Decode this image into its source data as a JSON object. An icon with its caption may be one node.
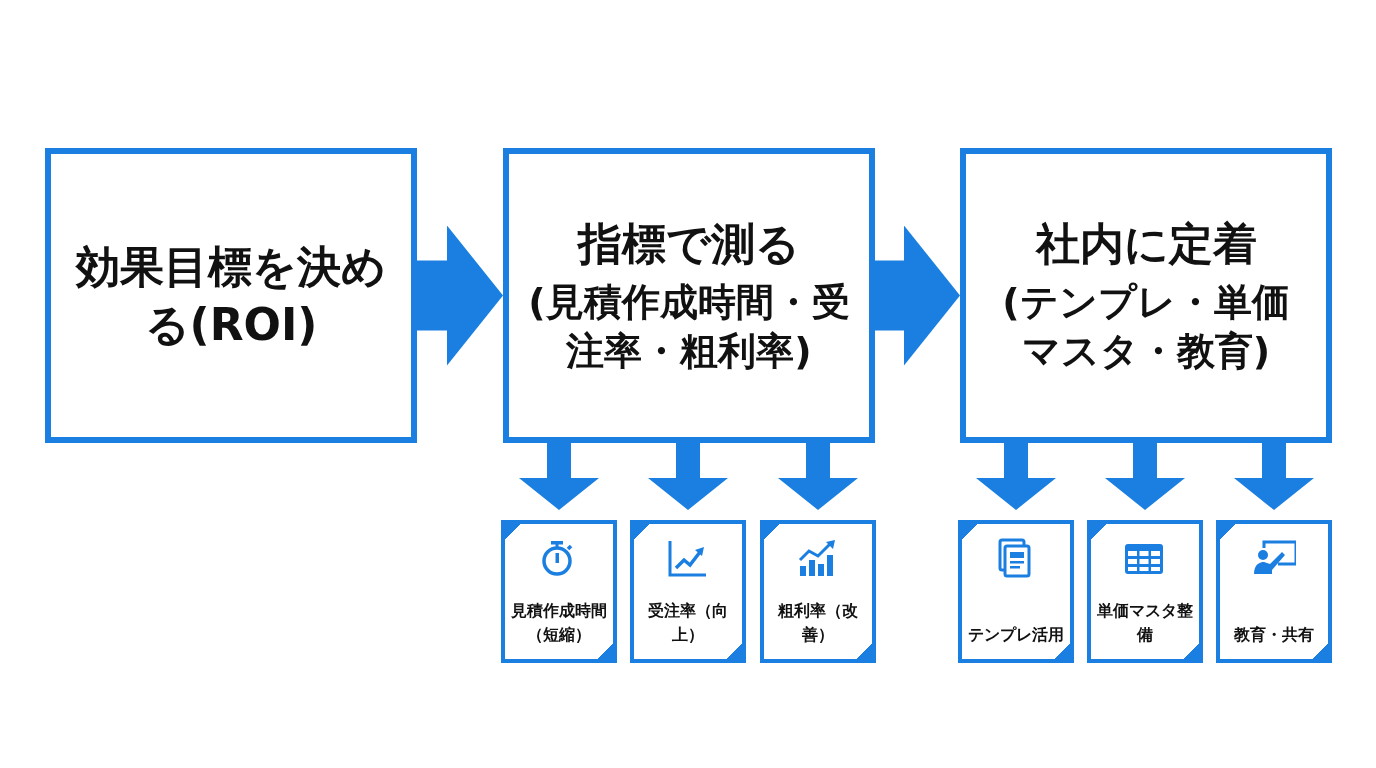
{
  "diagram": {
    "nodes": [
      {
        "text": [
          "効果目標を決める(ROI)"
        ]
      },
      {
        "text": [
          "指標で測る",
          "(見積作成時間・受注率・粗利率)"
        ]
      },
      {
        "text": [
          "社内に定着",
          "(テンプレ・単価マスタ・教育)"
        ]
      },
      {
        "text": [
          "見積作成時間（短縮）"
        ]
      },
      {
        "text": [
          "受注率（向上）"
        ]
      },
      {
        "text": [
          "粗利率（改善）"
        ]
      },
      {
        "text": [
          "テンプレ活用"
        ]
      },
      {
        "text": [
          "単価マスタ整備"
        ]
      },
      {
        "text": [
          "教育・共有"
        ]
      }
    ],
    "edges": [
      {
        "from": 0,
        "to": 1,
        "arrow": "to",
        "style": "thick"
      },
      {
        "from": 1,
        "to": 2,
        "arrow": "to",
        "style": "thick"
      },
      {
        "from": 1,
        "to": 3,
        "arrow": "to"
      },
      {
        "from": 1,
        "to": 4,
        "arrow": "to"
      },
      {
        "from": 1,
        "to": 5,
        "arrow": "to"
      },
      {
        "from": 2,
        "to": 6,
        "arrow": "to"
      },
      {
        "from": 2,
        "to": 7,
        "arrow": "to"
      },
      {
        "from": 2,
        "to": 8,
        "arrow": "to"
      }
    ]
  }
}
